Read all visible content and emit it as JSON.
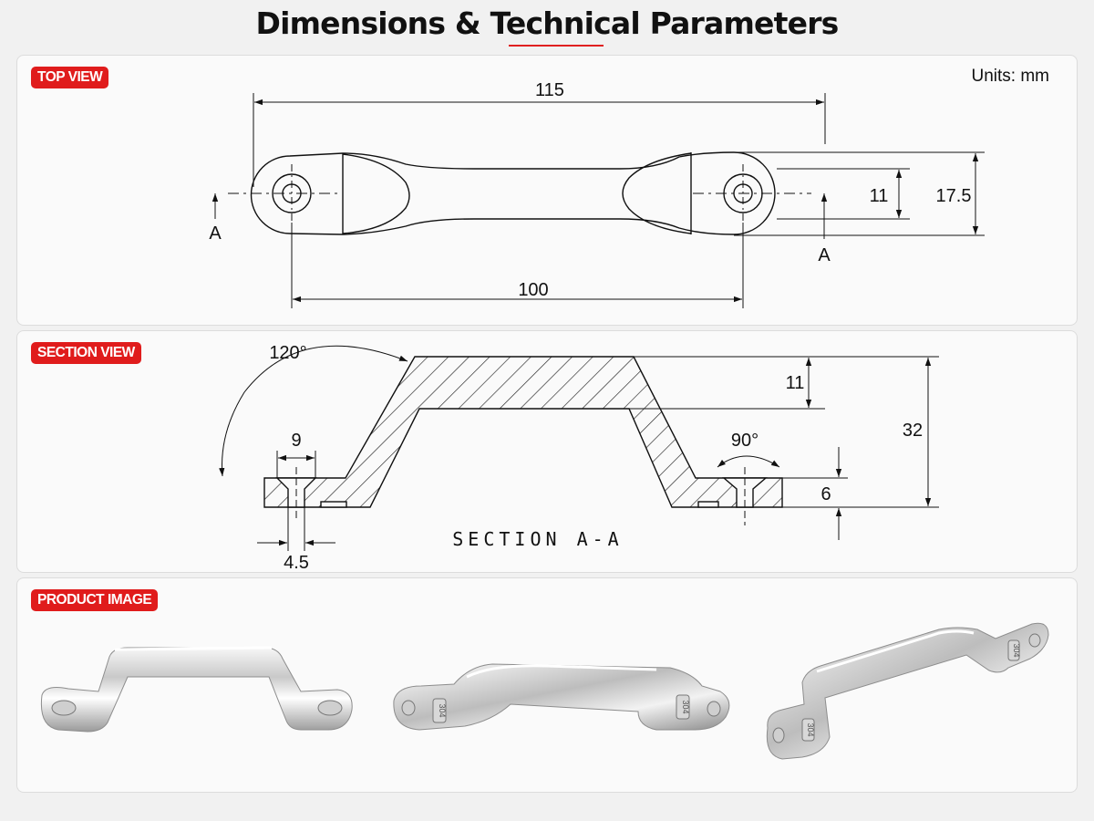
{
  "title": "Dimensions & Technical Parameters",
  "accent_color": "#e01c1c",
  "top_view": {
    "tag": "TOP VIEW",
    "units": "Units: mm",
    "dims": {
      "overall_length": "115",
      "hole_spacing": "100",
      "narrow_width": "11",
      "end_width": "17.5"
    },
    "section_marker": "A"
  },
  "section_view": {
    "tag": "SECTION VIEW",
    "dims": {
      "angle_outer": "120°",
      "angle_countersink": "90°",
      "countersink_dia": "9",
      "hole_dia": "4.5",
      "top_thickness": "11",
      "height": "32",
      "foot_thickness": "6"
    },
    "caption": "SECTION A-A"
  },
  "product_image": {
    "tag": "PRODUCT IMAGE",
    "stamp": "304"
  }
}
